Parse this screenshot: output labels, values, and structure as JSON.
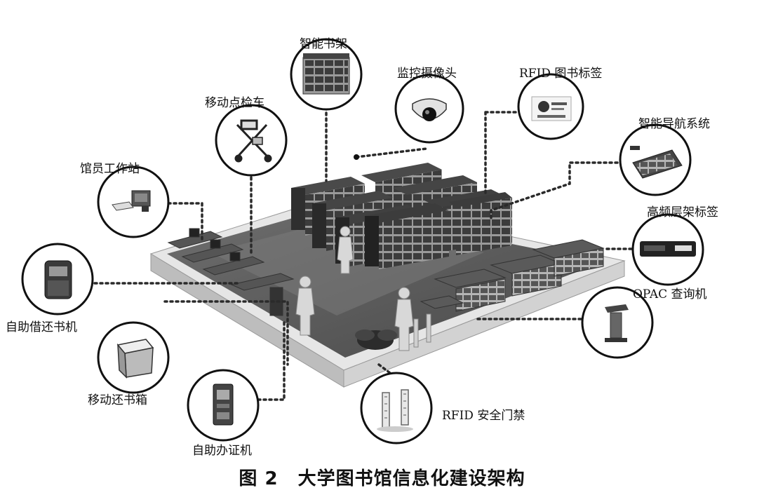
{
  "caption": {
    "figure_no": "图 2",
    "title": "大学图书馆信息化建设架构"
  },
  "components": [
    {
      "id": "smart-shelf",
      "label": "智能书架"
    },
    {
      "id": "camera",
      "label": "监控摄像头"
    },
    {
      "id": "rfid-tag",
      "label": "RFID 图书标签"
    },
    {
      "id": "mobile-cart",
      "label": "移动点检车"
    },
    {
      "id": "navigation",
      "label": "智能导航系统"
    },
    {
      "id": "staff-station",
      "label": "馆员工作站"
    },
    {
      "id": "layer-tag",
      "label": "高频层架标签"
    },
    {
      "id": "opac",
      "label": "OPAC 查询机"
    },
    {
      "id": "self-checkout",
      "label": "自助借还书机"
    },
    {
      "id": "return-box",
      "label": "移动还书箱"
    },
    {
      "id": "card-machine",
      "label": "自助办证机"
    },
    {
      "id": "rfid-gate",
      "label": "RFID 安全门禁"
    }
  ]
}
